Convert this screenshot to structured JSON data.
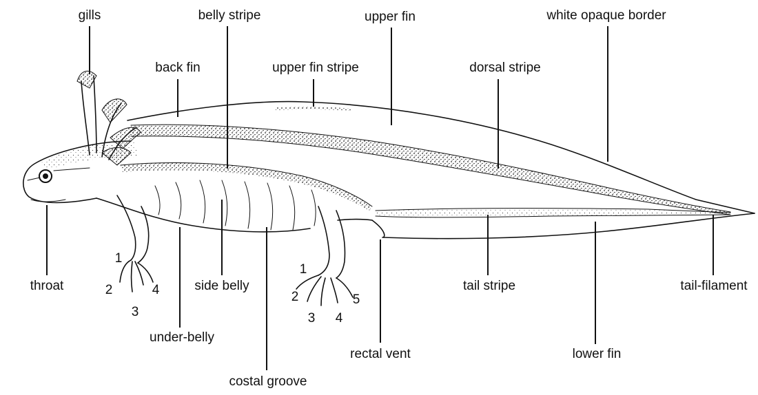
{
  "diagram": {
    "labels": {
      "gills": "gills",
      "belly_stripe": "belly stripe",
      "upper_fin": "upper fin",
      "white_opaque_border": "white opaque border",
      "back_fin": "back fin",
      "upper_fin_stripe": "upper fin stripe",
      "dorsal_stripe": "dorsal stripe",
      "throat": "throat",
      "side_belly": "side belly",
      "tail_stripe": "tail stripe",
      "tail_filament": "tail-filament",
      "under_belly": "under-belly",
      "rectal_vent": "rectal vent",
      "lower_fin": "lower fin",
      "costal_groove": "costal groove"
    },
    "front_toes": [
      "1",
      "2",
      "3",
      "4"
    ],
    "hind_toes": [
      "1",
      "2",
      "3",
      "4",
      "5"
    ]
  }
}
